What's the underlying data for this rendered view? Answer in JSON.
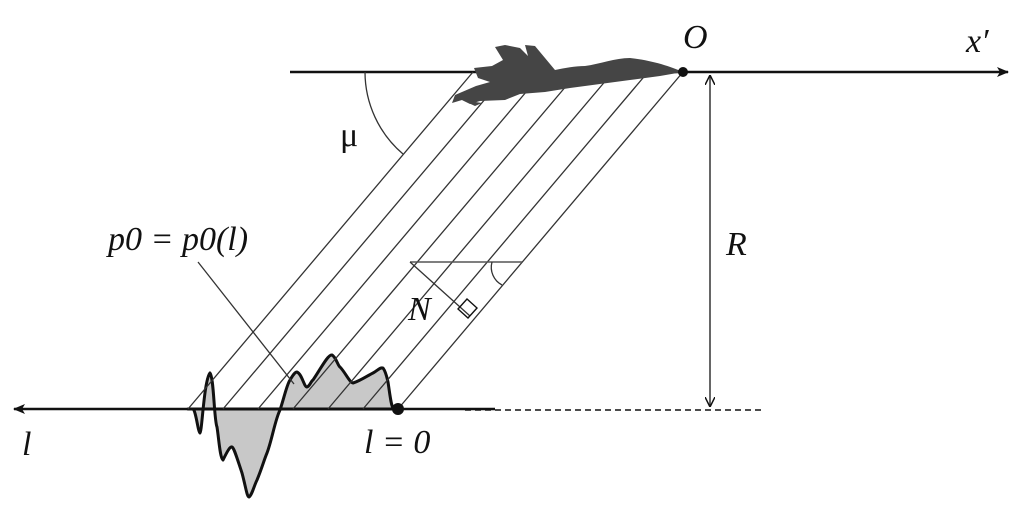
{
  "labels": {
    "origin": "O",
    "x_axis": "x′",
    "angle": "μ",
    "pressure": "p0 = p0(l)",
    "range": "R",
    "normal": "N",
    "l_axis": "l",
    "l_zero": "l = 0"
  },
  "colors": {
    "line": "#111111",
    "hatch": "#333333",
    "fill": "#c8c8c8",
    "aircraft": "#454545"
  },
  "hatch_line_count": 7
}
